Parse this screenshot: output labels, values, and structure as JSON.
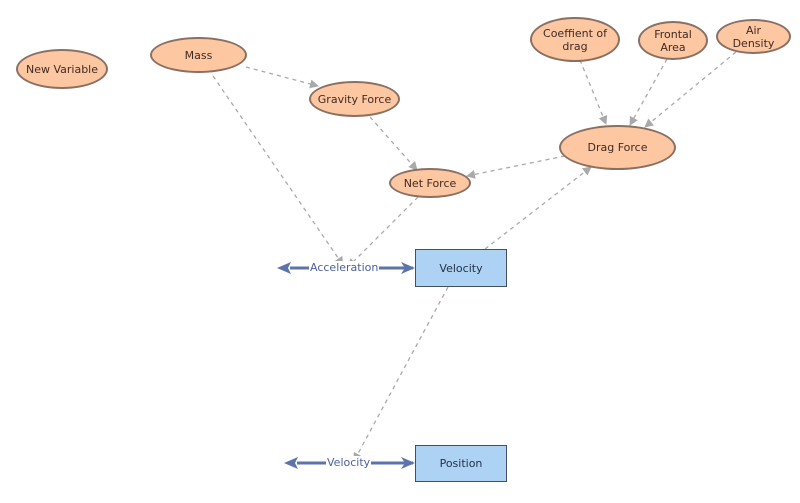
{
  "diagram": {
    "variables": {
      "new_variable": "New Variable",
      "mass": "Mass",
      "gravity_force": "Gravity Force",
      "net_force": "Net Force",
      "coefficient_of_drag": "Coeffient of drag",
      "frontal_area": "Frontal Area",
      "air_density": "Air Density",
      "drag_force": "Drag Force"
    },
    "stocks": {
      "velocity": "Velocity",
      "position": "Position"
    },
    "flows": {
      "acceleration": "Acceleration",
      "velocity": "Velocity"
    }
  },
  "colors": {
    "variable_fill": "#fdc7a2",
    "variable_border": "#8a6f63",
    "stock_fill": "#add2f4",
    "flow_arrow": "#5c73ab",
    "link_line": "#a9a9a9"
  }
}
